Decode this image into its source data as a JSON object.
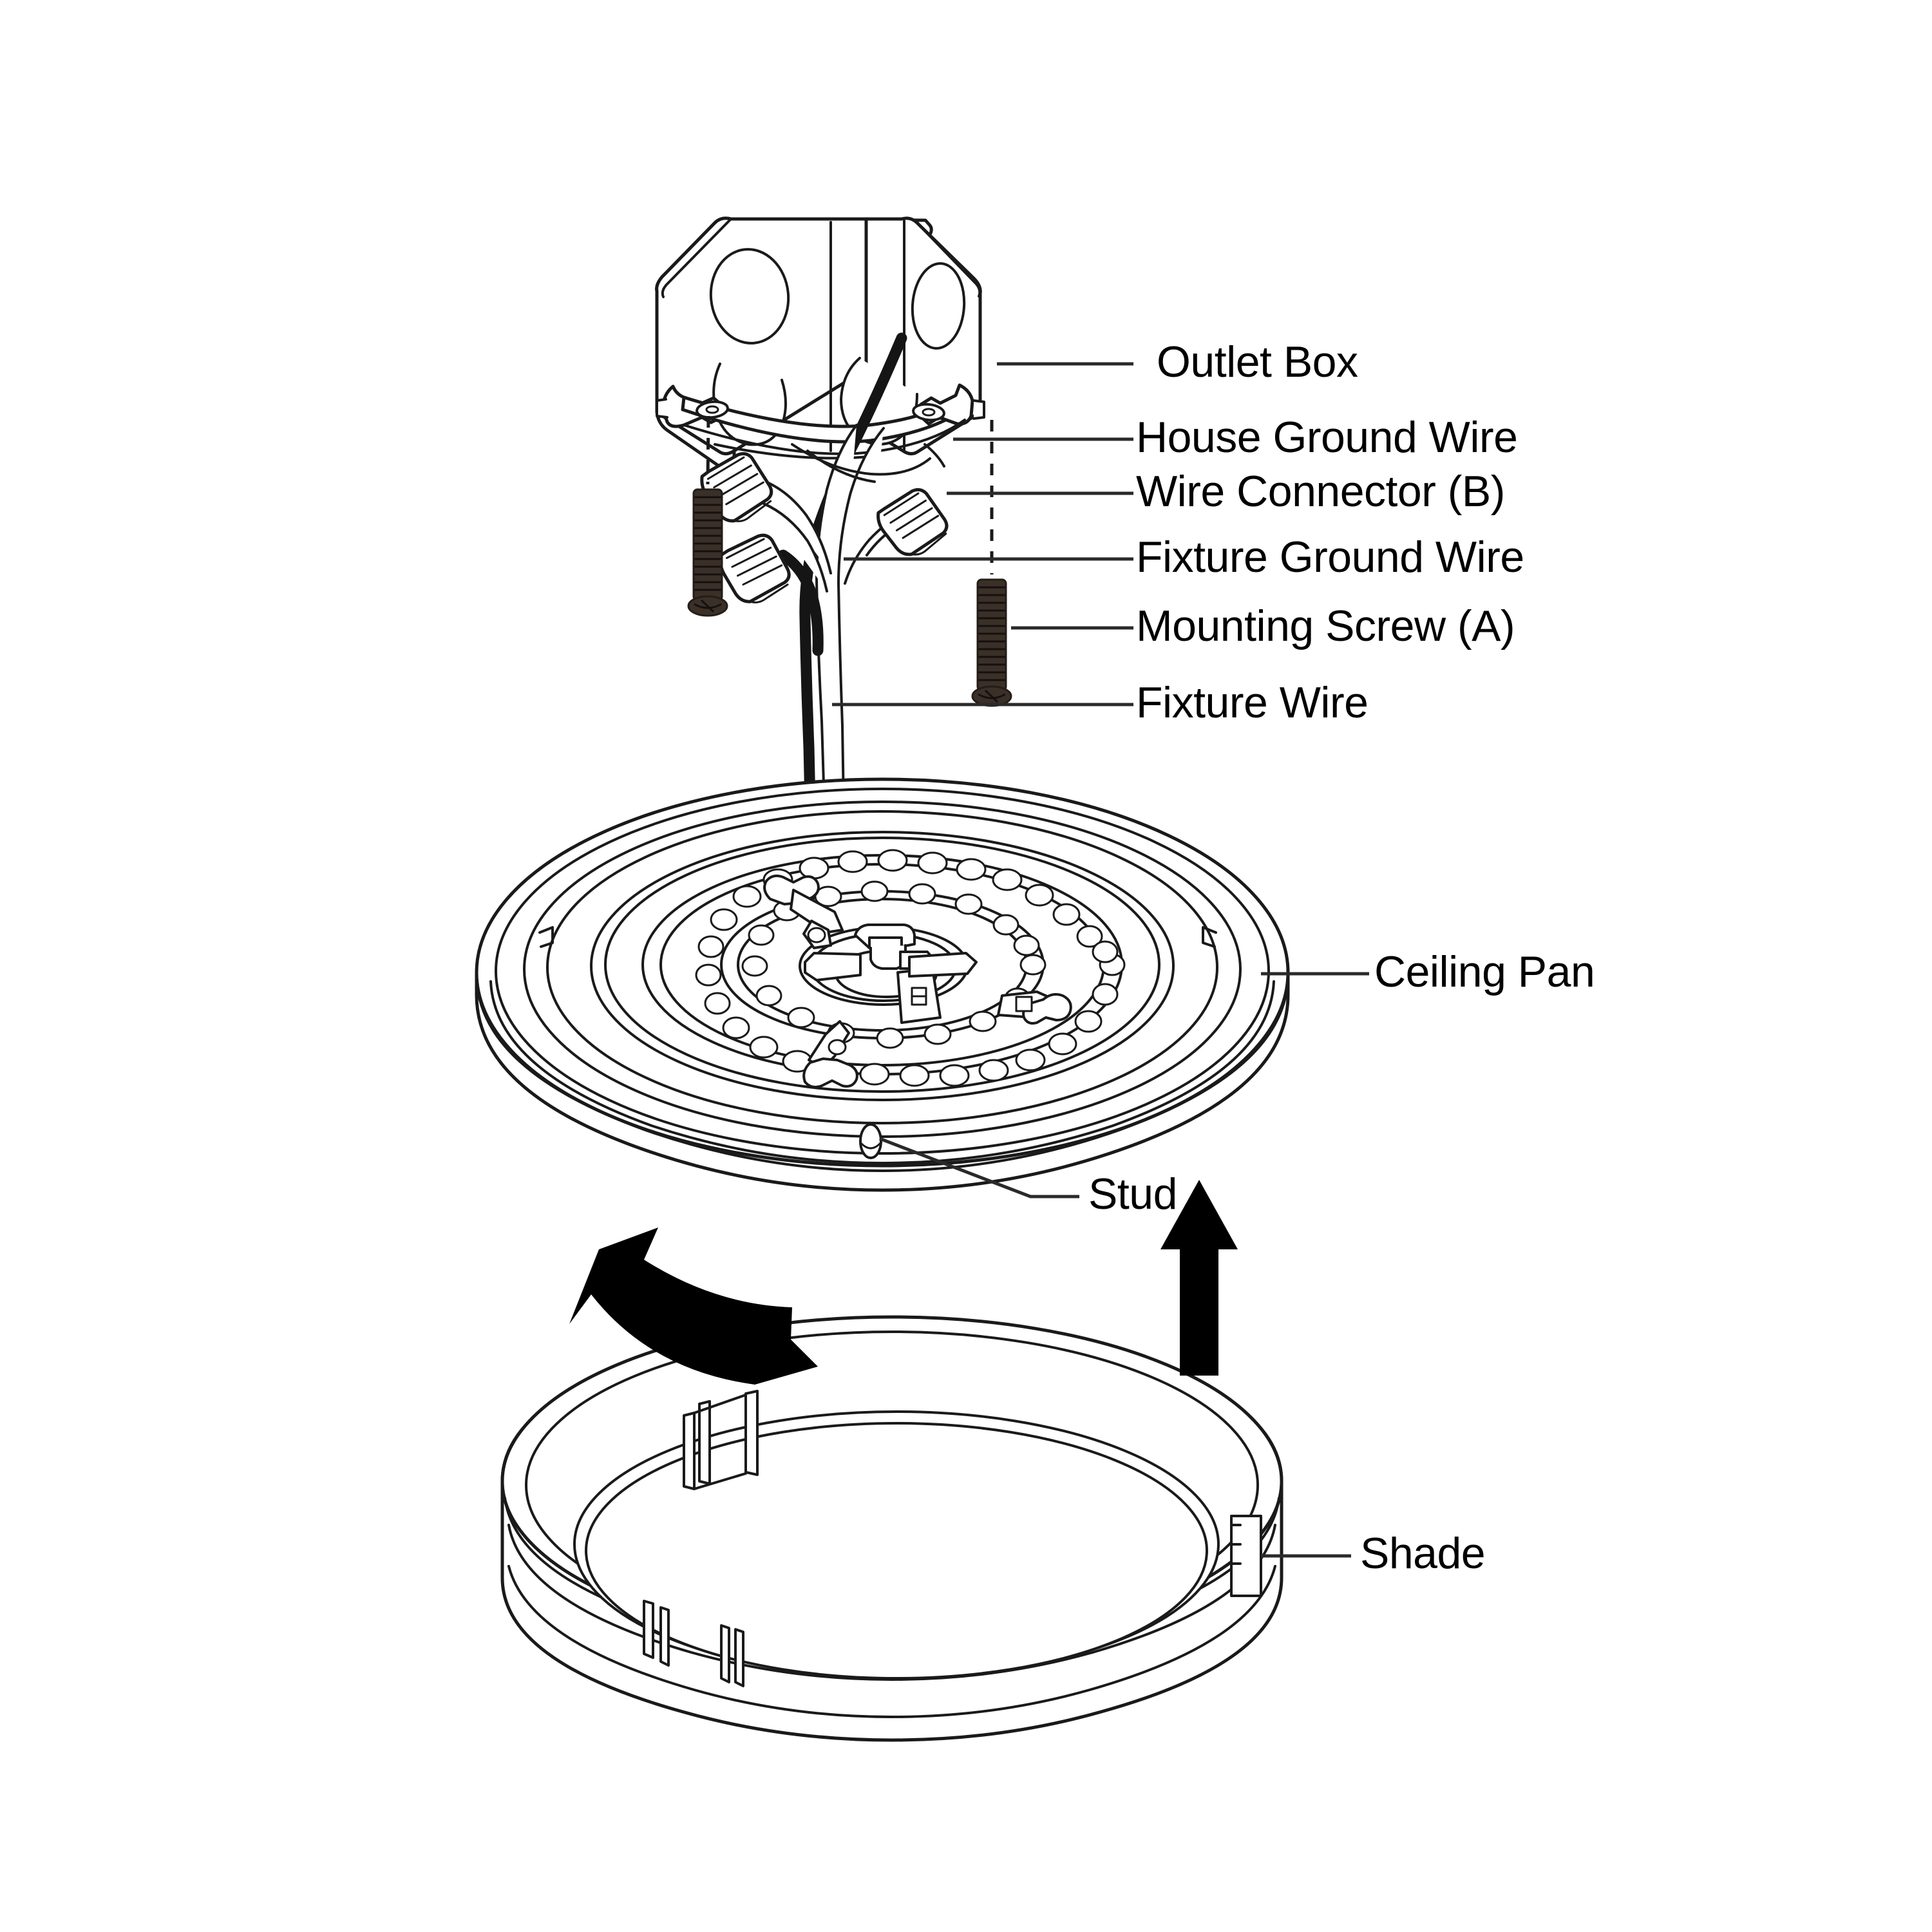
{
  "diagram": {
    "title": "Ceiling Light Fixture Installation Exploded View",
    "line_color": "#1a1a1a",
    "fill_color": "#ffffff",
    "screw_color": "#3a3028",
    "arrow_color": "#000000",
    "background": "#ffffff"
  },
  "labels": [
    {
      "id": "outlet-box",
      "text": "Outlet Box"
    },
    {
      "id": "house-ground-wire",
      "text": "House Ground Wire"
    },
    {
      "id": "wire-connector-b",
      "text": "Wire Connector (B)"
    },
    {
      "id": "fixture-ground-wire",
      "text": "Fixture Ground Wire"
    },
    {
      "id": "mounting-screw-a",
      "text": "Mounting Screw (A)"
    },
    {
      "id": "fixture-wire",
      "text": "Fixture Wire"
    },
    {
      "id": "ceiling-pan",
      "text": "Ceiling Pan"
    },
    {
      "id": "stud",
      "text": "Stud"
    },
    {
      "id": "shade",
      "text": "Shade"
    }
  ],
  "parts": {
    "outlet_box": "outlet-box-assembly",
    "ceiling_pan": "ceiling-pan-assembly",
    "shade": "shade-assembly",
    "wire_connectors": 3,
    "mounting_screws": 2,
    "stud_count": 1
  },
  "arrows": [
    {
      "id": "rotate-arrow",
      "kind": "curved-counterclockwise"
    },
    {
      "id": "lift-arrow",
      "kind": "straight-up"
    }
  ]
}
